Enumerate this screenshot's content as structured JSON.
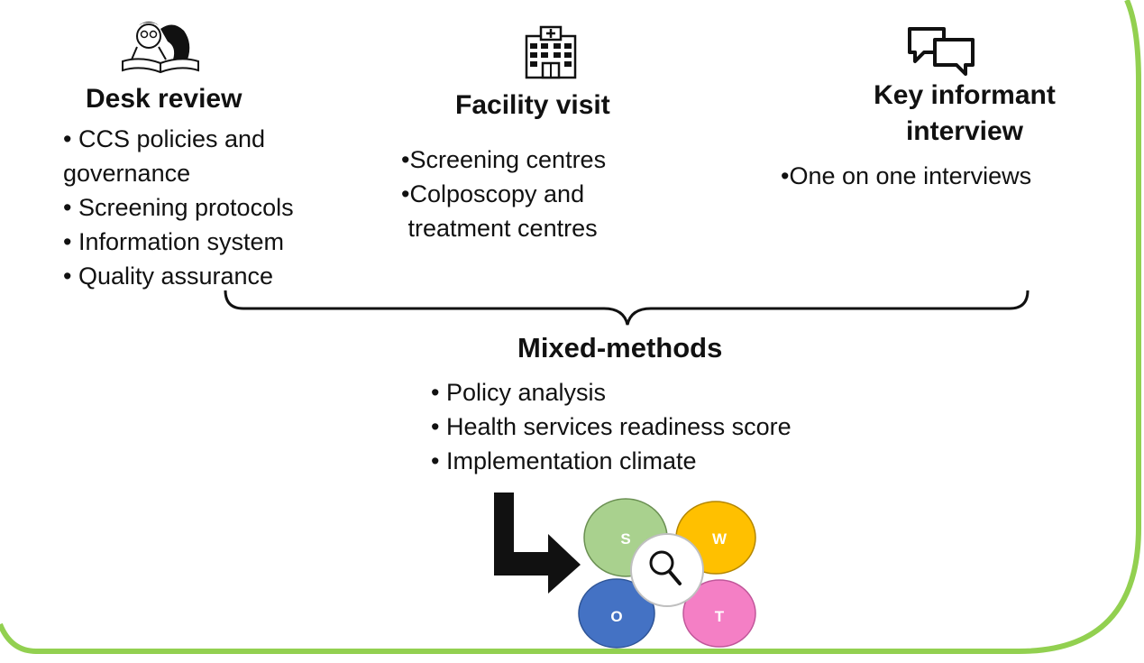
{
  "desk_review": {
    "icon": "reading-person-icon",
    "title": "Desk review",
    "items": [
      "• CCS policies and",
      "governance",
      "• Screening protocols",
      "• Information system",
      "• Quality assurance"
    ]
  },
  "facility_visit": {
    "icon": "hospital-icon",
    "title": "Facility visit",
    "items": [
      "•Screening centres",
      "•Colposcopy and",
      " treatment centres"
    ]
  },
  "key_informant": {
    "icon": "speech-bubbles-icon",
    "title_line1": "Key informant",
    "title_line2": "interview",
    "items": [
      "•One on one interviews"
    ]
  },
  "mixed_methods": {
    "title": "Mixed-methods",
    "items": [
      "• Policy analysis",
      "• Health services readiness score",
      "• Implementation climate"
    ]
  },
  "swot": {
    "labels": {
      "s": "S",
      "w": "W",
      "o": "O",
      "t": "T"
    },
    "colors": {
      "s": "#a9d18e",
      "w": "#ffc000",
      "o": "#4472c4",
      "t": "#f47fc5"
    },
    "center_icon": "magnifier-icon"
  },
  "colors": {
    "frame": "#92d050",
    "text": "#111111"
  }
}
